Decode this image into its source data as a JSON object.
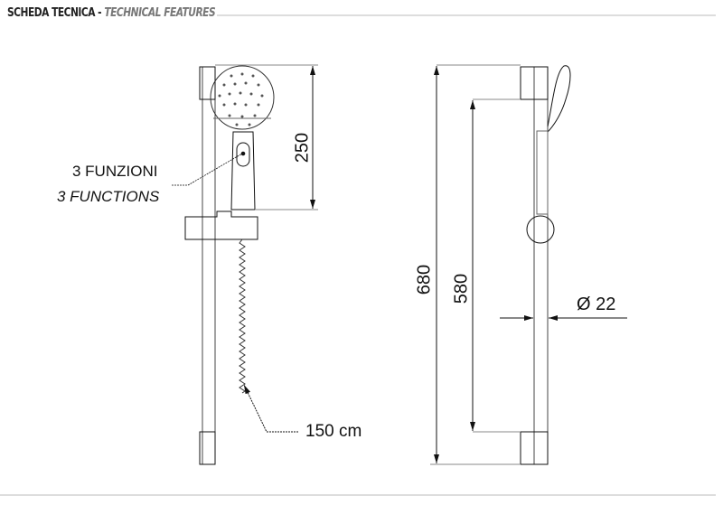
{
  "header": {
    "title_it": "SCHEDA TECNICA -",
    "title_en": "TECHNICAL FEATURES"
  },
  "labels": {
    "functions_it": "3 FUNZIONI",
    "functions_en": "3 FUNCTIONS",
    "hose_length": "150 cm"
  },
  "dimensions": {
    "head_height": "250",
    "total_height": "680",
    "bar_length": "580",
    "diameter": "Ø 22"
  }
}
